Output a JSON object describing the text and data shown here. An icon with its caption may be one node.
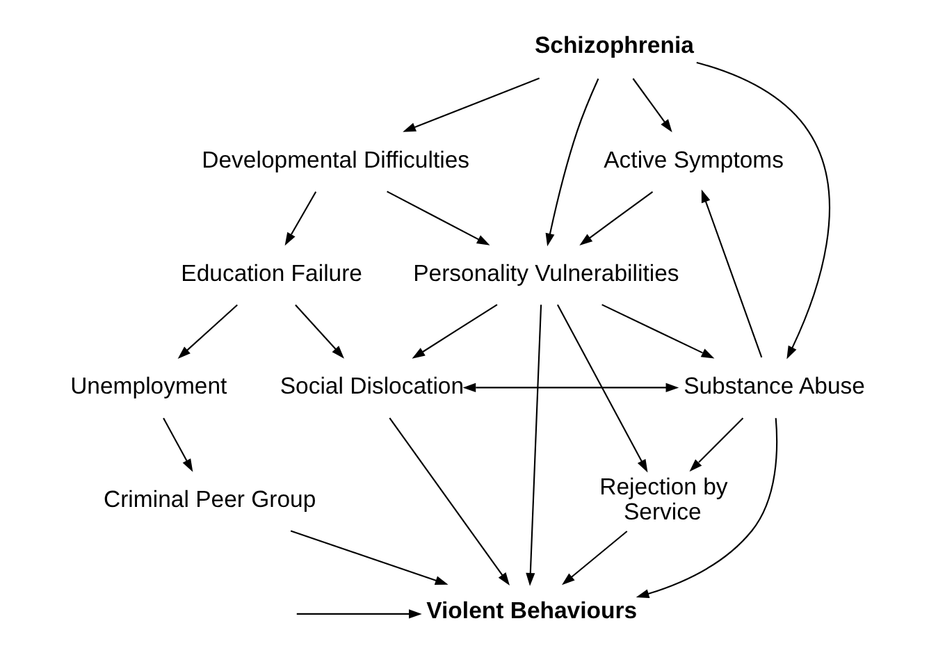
{
  "diagram": {
    "nodes": [
      {
        "text": [
          "Schizophrenia"
        ]
      },
      {
        "text": [
          "Developmental Difficulties"
        ]
      },
      {
        "text": [
          "Active Symptoms"
        ]
      },
      {
        "text": [
          "Personality Vulnerabilities"
        ]
      },
      {
        "text": [
          "Education Failure"
        ]
      },
      {
        "text": [
          "Unemployment"
        ]
      },
      {
        "text": [
          "Social Dislocation"
        ]
      },
      {
        "text": [
          "Substance Abuse"
        ]
      },
      {
        "text": [
          "Criminal Peer Group"
        ]
      },
      {
        "text": [
          "Rejection by Service"
        ]
      },
      {
        "text": [
          "Violent Behaviours"
        ]
      }
    ],
    "edges": [
      {
        "from": 0,
        "to": 1,
        "arrow": "to"
      },
      {
        "from": 0,
        "to": 3,
        "arrow": "to"
      },
      {
        "from": 0,
        "to": 2,
        "arrow": "to"
      },
      {
        "from": 0,
        "to": 7,
        "arrow": "to"
      },
      {
        "from": 1,
        "to": 4,
        "arrow": "to"
      },
      {
        "from": 1,
        "to": 3,
        "arrow": "to"
      },
      {
        "from": 2,
        "to": 3,
        "arrow": "to"
      },
      {
        "from": 7,
        "to": 2,
        "arrow": "to"
      },
      {
        "from": 3,
        "to": 6,
        "arrow": "to"
      },
      {
        "from": 3,
        "to": 10,
        "arrow": "to"
      },
      {
        "from": 3,
        "to": 9,
        "arrow": "to"
      },
      {
        "from": 3,
        "to": 7,
        "arrow": "to"
      },
      {
        "from": 4,
        "to": 5,
        "arrow": "to"
      },
      {
        "from": 4,
        "to": 6,
        "arrow": "to"
      },
      {
        "from": 6,
        "to": 7,
        "arrow": "both"
      },
      {
        "from": 5,
        "to": 8,
        "arrow": "to"
      },
      {
        "from": 8,
        "to": 10,
        "arrow": "to"
      },
      {
        "from": 6,
        "to": 10,
        "arrow": "to"
      },
      {
        "from": 7,
        "to": 9,
        "arrow": "to"
      },
      {
        "from": 7,
        "to": 10,
        "arrow": "to"
      },
      {
        "from": 9,
        "to": 10,
        "arrow": "to"
      },
      {
        "from": null,
        "to": 10,
        "arrow": "to"
      }
    ]
  }
}
